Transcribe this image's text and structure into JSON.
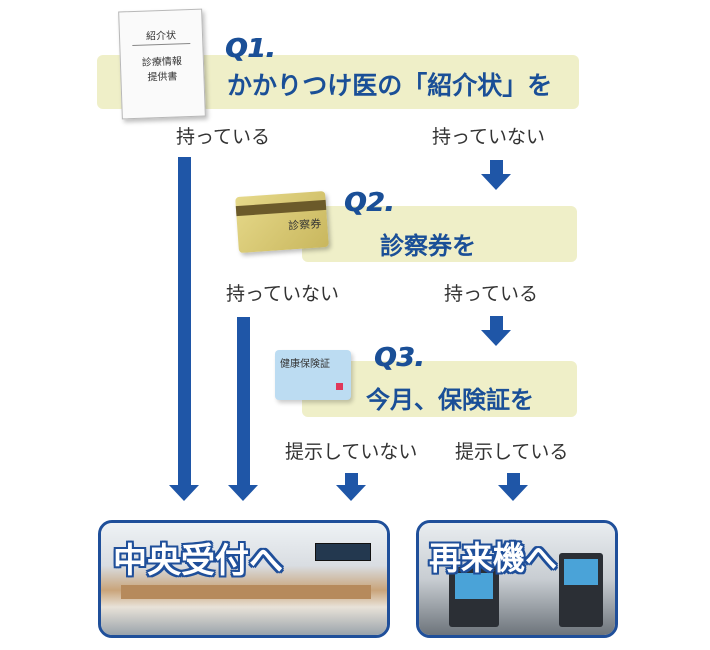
{
  "doc_card": {
    "title": "紹介状",
    "line1": "診療情報",
    "line2": "提供書"
  },
  "ticket_card": {
    "label": "診察券"
  },
  "insurance_card": {
    "label": "健康保険証"
  },
  "q1": {
    "label": "Q1.",
    "text": "かかりつけ医の「紹介状」を",
    "yes": "持っている",
    "no": "持っていない"
  },
  "q2": {
    "label": "Q2.",
    "text": "診察券を",
    "no": "持っていない",
    "yes": "持っている"
  },
  "q3": {
    "label": "Q3.",
    "text": "今月、保険証を",
    "no": "提示していない",
    "yes": "提示している"
  },
  "dest_center": {
    "title": "中央受付へ"
  },
  "dest_machine": {
    "title": "再来機へ"
  },
  "colors": {
    "arrow": "#1f56a7",
    "band": "#efefc8",
    "question_text": "#1a4f97"
  }
}
